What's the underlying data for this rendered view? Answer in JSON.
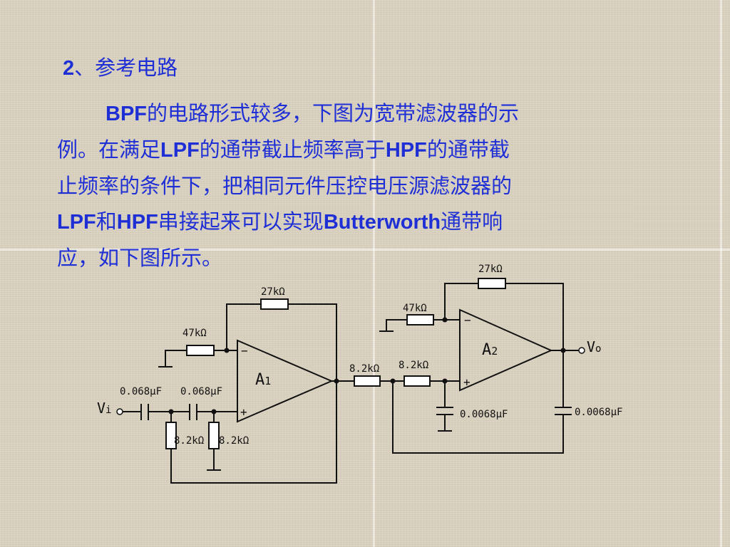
{
  "heading": {
    "number": "2",
    "text": "、参考电路"
  },
  "paragraph": {
    "lines": [
      [
        {
          "t": "BPF",
          "b": true
        },
        {
          "t": "的电路形式较多，下图为宽带滤波器的示"
        }
      ],
      [
        {
          "t": "例。在满足"
        },
        {
          "t": "LPF",
          "b": true
        },
        {
          "t": "的通带截止频率高于"
        },
        {
          "t": "HPF",
          "b": true
        },
        {
          "t": "的通带截"
        }
      ],
      [
        {
          "t": "止频率的条件下，把相同元件压控电压源滤波器的"
        }
      ],
      [
        {
          "t": "LPF",
          "b": true
        },
        {
          "t": "和"
        },
        {
          "t": "HPF",
          "b": true
        },
        {
          "t": "串接起来可以实现"
        },
        {
          "t": "Butterworth",
          "b": true
        },
        {
          "t": "通带响"
        }
      ],
      [
        {
          "t": "应，如下图所示。"
        }
      ]
    ]
  },
  "circuit": {
    "stage1": {
      "opamp": "A",
      "opamp_sub": "1",
      "feedback_resistor": "27kΩ",
      "input_resistor": "47kΩ",
      "capacitor_1": "0.068μF",
      "capacitor_2": "0.068μF",
      "shunt_resistor_1": "8.2kΩ",
      "shunt_resistor_2": "8.2kΩ",
      "input_label": "V",
      "input_sub": "i",
      "minus": "−",
      "plus": "+"
    },
    "stage2": {
      "opamp": "A",
      "opamp_sub": "2",
      "feedback_resistor": "27kΩ",
      "input_resistor": "47kΩ",
      "series_resistor_1": "8.2kΩ",
      "series_resistor_2": "8.2kΩ",
      "capacitor_1": "0.0068μF",
      "capacitor_2": "0.0068μF",
      "output_label": "V",
      "output_sub": "o",
      "minus": "−",
      "plus": "+"
    }
  }
}
